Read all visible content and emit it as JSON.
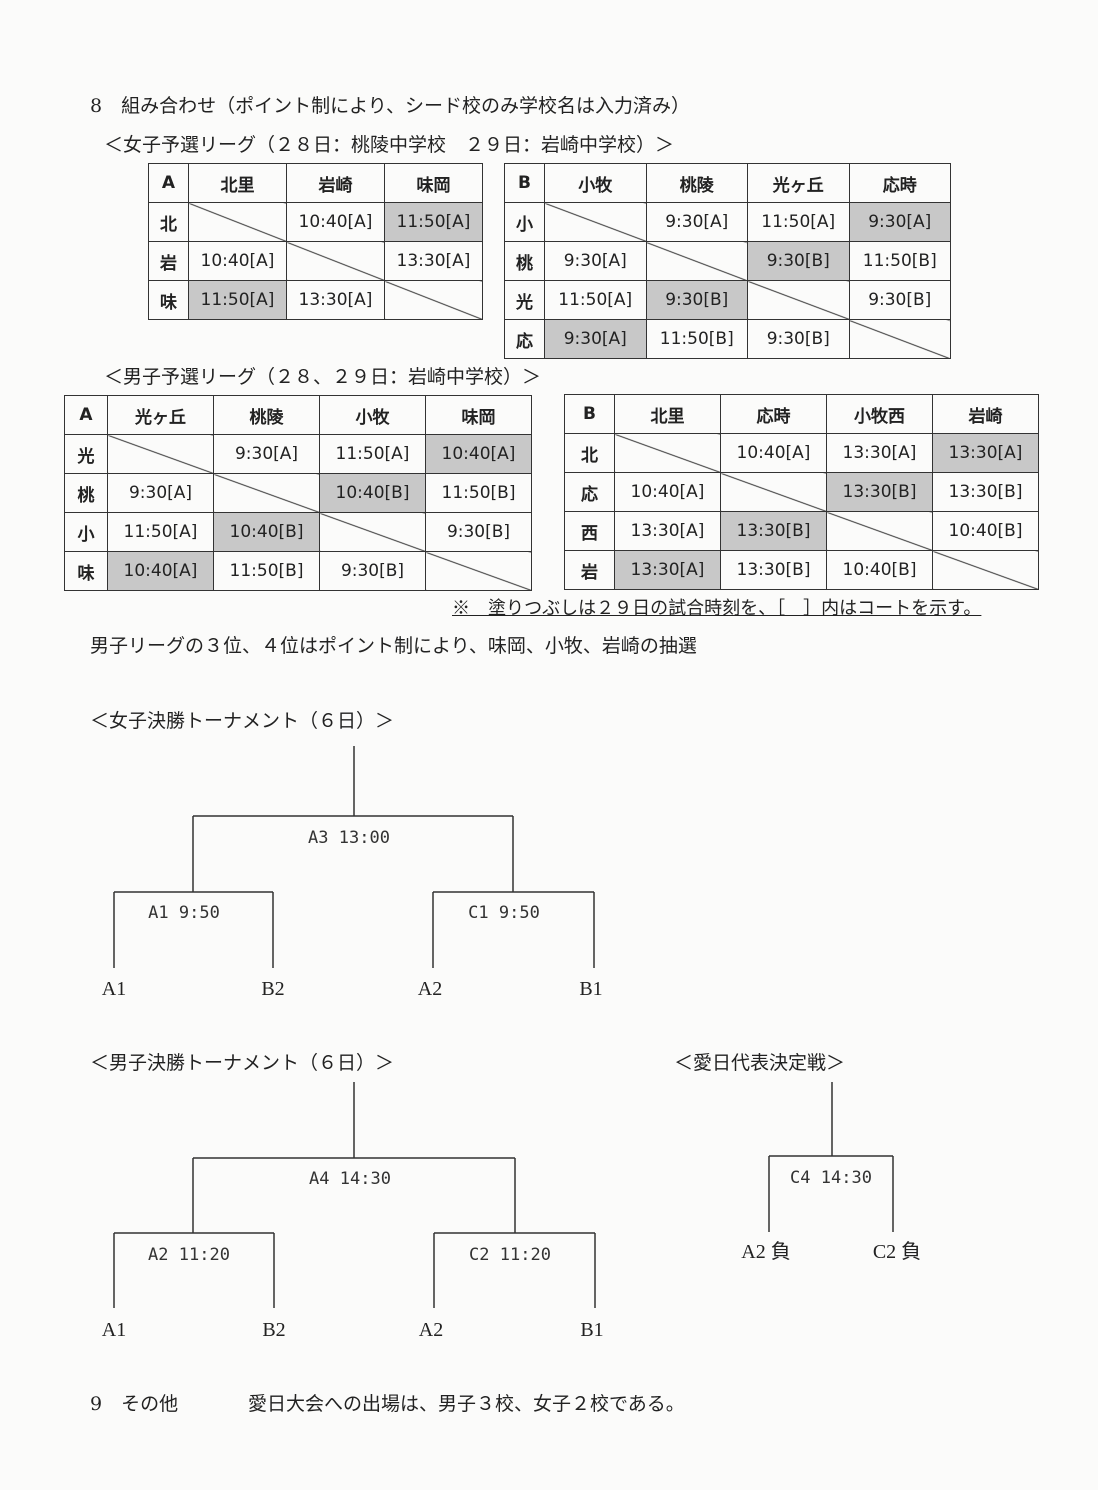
{
  "section8": {
    "title": "8　組み合わせ（ポイント制により、シード校のみ学校名は入力済み）",
    "girls_league_heading": "＜女子予選リーグ（２８日：桃陵中学校　２９日：岩崎中学校）＞",
    "boys_league_heading": "＜男子予選リーグ（２８、２９日：岩崎中学校）＞",
    "note": "※　塗りつぶしは２９日の試合時刻を、［　］内はコートを示す。",
    "boys_draw_note": "男子リーグの３位、４位はポイント制により、味岡、小牧、岩崎の抽選"
  },
  "girls_A": {
    "header": [
      "A",
      "北里",
      "岩崎",
      "味岡"
    ],
    "rows": [
      {
        "label": "北",
        "cells": [
          {
            "t": "",
            "d": true
          },
          {
            "t": "10:40[A]"
          },
          {
            "t": "11:50[A]",
            "s": true
          }
        ]
      },
      {
        "label": "岩",
        "cells": [
          {
            "t": "10:40[A]"
          },
          {
            "t": "",
            "d": true
          },
          {
            "t": "13:30[A]"
          }
        ]
      },
      {
        "label": "味",
        "cells": [
          {
            "t": "11:50[A]",
            "s": true
          },
          {
            "t": "13:30[A]"
          },
          {
            "t": "",
            "d": true
          }
        ]
      }
    ]
  },
  "girls_B": {
    "header": [
      "B",
      "小牧",
      "桃陵",
      "光ヶ丘",
      "応時"
    ],
    "rows": [
      {
        "label": "小",
        "cells": [
          {
            "t": "",
            "d": true
          },
          {
            "t": "9:30[A]"
          },
          {
            "t": "11:50[A]"
          },
          {
            "t": "9:30[A]",
            "s": true
          }
        ]
      },
      {
        "label": "桃",
        "cells": [
          {
            "t": "9:30[A]"
          },
          {
            "t": "",
            "d": true
          },
          {
            "t": "9:30[B]",
            "s": true
          },
          {
            "t": "11:50[B]"
          }
        ]
      },
      {
        "label": "光",
        "cells": [
          {
            "t": "11:50[A]"
          },
          {
            "t": "9:30[B]",
            "s": true
          },
          {
            "t": "",
            "d": true
          },
          {
            "t": "9:30[B]"
          }
        ]
      },
      {
        "label": "応",
        "cells": [
          {
            "t": "9:30[A]",
            "s": true
          },
          {
            "t": "11:50[B]"
          },
          {
            "t": "9:30[B]"
          },
          {
            "t": "",
            "d": true
          }
        ]
      }
    ]
  },
  "boys_A": {
    "header": [
      "A",
      "光ヶ丘",
      "桃陵",
      "小牧",
      "味岡"
    ],
    "rows": [
      {
        "label": "光",
        "cells": [
          {
            "t": "",
            "d": true
          },
          {
            "t": "9:30[A]"
          },
          {
            "t": "11:50[A]"
          },
          {
            "t": "10:40[A]",
            "s": true
          }
        ]
      },
      {
        "label": "桃",
        "cells": [
          {
            "t": "9:30[A]"
          },
          {
            "t": "",
            "d": true
          },
          {
            "t": "10:40[B]",
            "s": true
          },
          {
            "t": "11:50[B]"
          }
        ]
      },
      {
        "label": "小",
        "cells": [
          {
            "t": "11:50[A]"
          },
          {
            "t": "10:40[B]",
            "s": true
          },
          {
            "t": "",
            "d": true
          },
          {
            "t": "9:30[B]"
          }
        ]
      },
      {
        "label": "味",
        "cells": [
          {
            "t": "10:40[A]",
            "s": true
          },
          {
            "t": "11:50[B]"
          },
          {
            "t": "9:30[B]"
          },
          {
            "t": "",
            "d": true
          }
        ]
      }
    ]
  },
  "boys_B": {
    "header": [
      "B",
      "北里",
      "応時",
      "小牧西",
      "岩崎"
    ],
    "rows": [
      {
        "label": "北",
        "cells": [
          {
            "t": "",
            "d": true
          },
          {
            "t": "10:40[A]"
          },
          {
            "t": "13:30[A]"
          },
          {
            "t": "13:30[A]",
            "s": true
          }
        ]
      },
      {
        "label": "応",
        "cells": [
          {
            "t": "10:40[A]"
          },
          {
            "t": "",
            "d": true
          },
          {
            "t": "13:30[B]",
            "s": true
          },
          {
            "t": "13:30[B]"
          }
        ]
      },
      {
        "label": "西",
        "cells": [
          {
            "t": "13:30[A]"
          },
          {
            "t": "13:30[B]",
            "s": true
          },
          {
            "t": "",
            "d": true
          },
          {
            "t": "10:40[B]"
          }
        ]
      },
      {
        "label": "岩",
        "cells": [
          {
            "t": "13:30[A]",
            "s": true
          },
          {
            "t": "13:30[B]"
          },
          {
            "t": "10:40[B]"
          },
          {
            "t": "",
            "d": true
          }
        ]
      }
    ]
  },
  "girls_tournament": {
    "heading": "＜女子決勝トーナメント（６日）＞",
    "final": "A3 13:00",
    "semi_left": "A1 9:50",
    "semi_right": "C1 9:50",
    "leaves": [
      "A1",
      "B2",
      "A2",
      "B1"
    ]
  },
  "boys_tournament": {
    "heading": "＜男子決勝トーナメント（６日）＞",
    "final": "A4 14:30",
    "semi_left": "A2 11:20",
    "semi_right": "C2 11:20",
    "leaves": [
      "A1",
      "B2",
      "A2",
      "B1"
    ]
  },
  "rep_match": {
    "heading": "＜愛日代表決定戦＞",
    "match": "C4 14:30",
    "leaves": [
      "A2 負",
      "C2 負"
    ]
  },
  "section9": {
    "label": "9　その他",
    "text": "愛日大会への出場は、男子３校、女子２校である。"
  }
}
